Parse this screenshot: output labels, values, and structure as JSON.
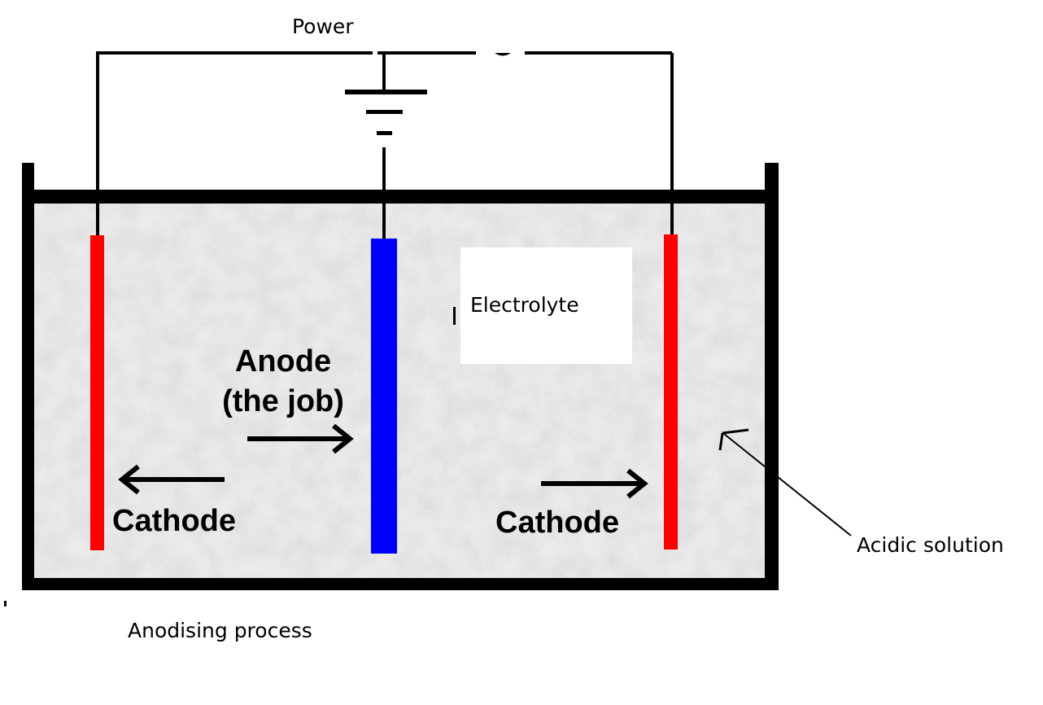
{
  "title": "Anodising process",
  "labels": {
    "power": "Power",
    "electrolyte": "Electrolyte",
    "anode_line1": "Anode",
    "anode_line2": "(the job)",
    "cathode_left": "Cathode",
    "cathode_right": "Cathode",
    "acidic_solution": "Acidic solution",
    "caption": "Anodising process"
  },
  "colors": {
    "cathode": "#ff0000",
    "anode": "#0000ff",
    "wire": "#000000",
    "solution": "#e4e4e4",
    "tank": "#000000"
  },
  "components": {
    "power_source": "battery-symbol",
    "electrodes": [
      {
        "role": "cathode",
        "position": "left"
      },
      {
        "role": "anode",
        "position": "center"
      },
      {
        "role": "cathode",
        "position": "right"
      }
    ]
  }
}
